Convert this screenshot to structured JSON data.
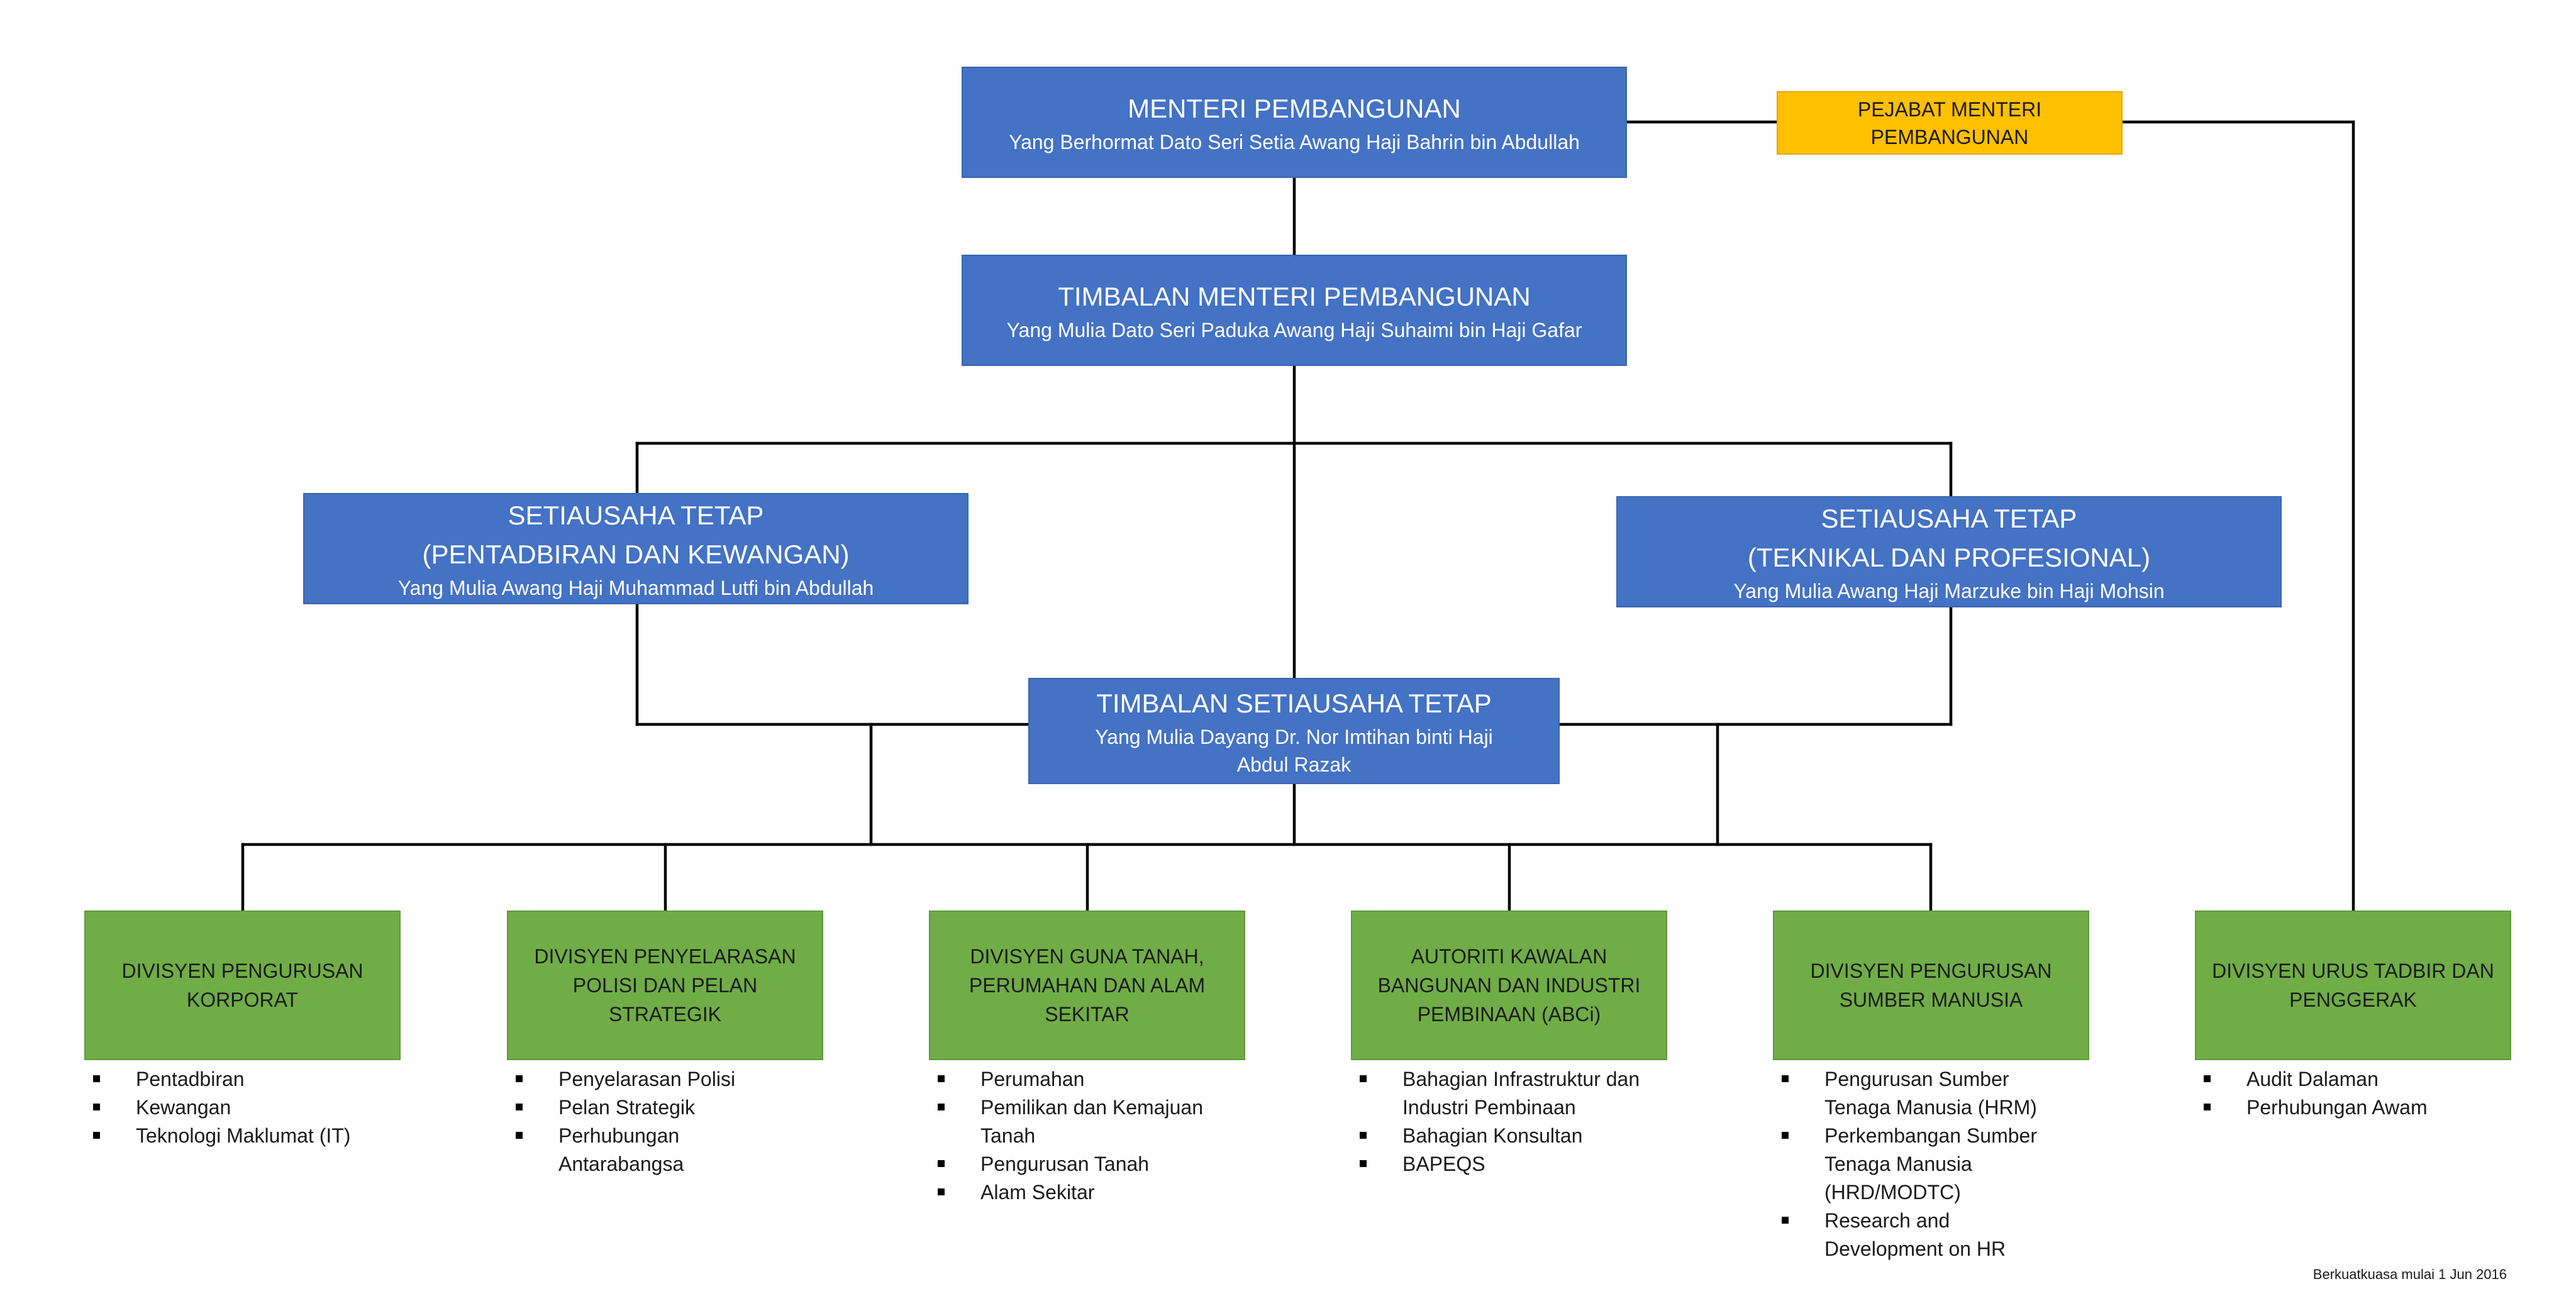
{
  "minister": {
    "title": "MENTERI PEMBANGUNAN",
    "name": "Yang Berhormat Dato Seri Setia Awang Haji Bahrin bin Abdullah"
  },
  "minister_office": {
    "title": "PEJABAT MENTERI PEMBANGUNAN"
  },
  "deputy_minister": {
    "title": "TIMBALAN MENTERI PEMBANGUNAN",
    "name": "Yang Mulia Dato Seri Paduka Awang Haji Suhaimi bin Haji Gafar"
  },
  "ps_admin": {
    "title_line1": "SETIAUSAHA TETAP",
    "title_line2": "(PENTADBIRAN DAN KEWANGAN)",
    "name": "Yang Mulia Awang Haji Muhammad Lutfi bin Abdullah"
  },
  "ps_technical": {
    "title_line1": "SETIAUSAHA TETAP",
    "title_line2": "(TEKNIKAL DAN PROFESIONAL)",
    "name": "Yang Mulia Awang Haji Marzuke bin Haji Mohsin"
  },
  "deputy_ps": {
    "title": "TIMBALAN SETIAUSAHA TETAP",
    "name": "Yang Mulia Dayang Dr. Nor Imtihan binti Haji Abdul Razak"
  },
  "divisions": [
    {
      "title": "DIVISYEN PENGURUSAN KORPORAT",
      "items": [
        "Pentadbiran",
        "Kewangan",
        "Teknologi Maklumat (IT)"
      ]
    },
    {
      "title": "DIVISYEN PENYELARASAN POLISI DAN PELAN STRATEGIK",
      "items": [
        "Penyelarasan Polisi",
        "Pelan Strategik",
        "Perhubungan Antarabangsa"
      ]
    },
    {
      "title": "DIVISYEN GUNA TANAH, PERUMAHAN DAN ALAM SEKITAR",
      "items": [
        "Perumahan",
        "Pemilikan dan Kemajuan Tanah",
        "Pengurusan Tanah",
        "Alam Sekitar"
      ]
    },
    {
      "title": "AUTORITI KAWALAN BANGUNAN DAN INDUSTRI PEMBINAAN (ABCi)",
      "items": [
        "Bahagian Infrastruktur dan Industri Pembinaan",
        "Bahagian Konsultan",
        "BAPEQS"
      ]
    },
    {
      "title": "DIVISYEN PENGURUSAN SUMBER MANUSIA",
      "items": [
        "Pengurusan Sumber Tenaga Manusia (HRM)",
        "Perkembangan Sumber Tenaga Manusia (HRD/MODTC)",
        "Research and Development on HR"
      ]
    },
    {
      "title": "DIVISYEN URUS TADBIR DAN PENGGERAK",
      "items": [
        "Audit Dalaman",
        "Perhubungan Awam"
      ]
    }
  ],
  "footnote": "Berkuatkuasa mulai 1 Jun 2016",
  "colors": {
    "leadership": "#4472c4",
    "office": "#ffc000",
    "division": "#70ad47"
  }
}
